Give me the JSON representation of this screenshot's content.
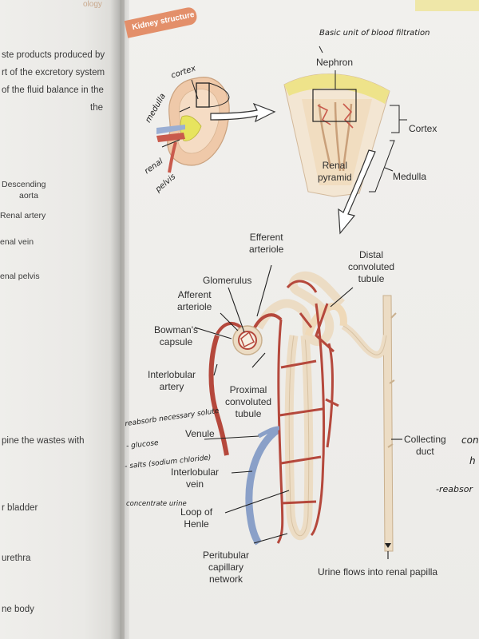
{
  "left_page": {
    "header_fragment": "ology",
    "lines": [
      "ste products produced by",
      "rt of the excretory system",
      "of the fluid balance in the",
      "the"
    ],
    "labels": {
      "descending_aorta": "Descending",
      "descending_aorta_2": "aorta",
      "renal_artery": "Renal artery",
      "renal_vein": "enal vein",
      "renal_pelvis": "enal pelvis"
    },
    "bottom_lines": [
      "pine the wastes with",
      "r bladder",
      "urethra",
      "ne body"
    ]
  },
  "section_title": "Kidney structure",
  "kidney_labels": {
    "cortex": "cortex",
    "medulla": "medulla",
    "renal": "renal",
    "pelvis": "pelvis"
  },
  "nephron_note": "Basic unit of blood filtration",
  "labels": {
    "nephron": "Nephron",
    "cortex": "Cortex",
    "medulla": "Medulla",
    "renal_pyramid_1": "Renal",
    "renal_pyramid_2": "pyramid",
    "efferent_1": "Efferent",
    "efferent_2": "arteriole",
    "distal_1": "Distal",
    "distal_2": "convoluted",
    "distal_3": "tubule",
    "glomerulus": "Glomerulus",
    "afferent_1": "Afferent",
    "afferent_2": "arteriole",
    "bowman_1": "Bowman's",
    "bowman_2": "capsule",
    "interlobular_artery_1": "Interlobular",
    "interlobular_artery_2": "artery",
    "proximal_1": "Proximal",
    "proximal_2": "convoluted",
    "proximal_3": "tubule",
    "venule": "Venule",
    "interlobular_vein_1": "Interlobular",
    "interlobular_vein_2": "vein",
    "loop_1": "Loop of",
    "loop_2": "Henle",
    "peritubular_1": "Peritubular",
    "peritubular_2": "capillary",
    "peritubular_3": "network",
    "collecting_1": "Collecting",
    "collecting_2": "duct",
    "urine_flow": "Urine flows into renal papilla"
  },
  "handwritten": {
    "reabsorb": "reabsorb necessary solute",
    "glucose": "- glucose",
    "salts": "- salts (sodium chloride)",
    "concentrate": "concentrate urine",
    "right_1": "con",
    "right_2": "h",
    "right_3": "-reabsor"
  },
  "colors": {
    "ribbon": "#e38f6a",
    "artery": "#b5483c",
    "vein": "#8aa0c8",
    "tubule": "#ecdcc4",
    "tubule_edge": "#c9b08e",
    "kidney": "#efc9a9",
    "pelvis": "#e7e45e",
    "pyramid_band": "#eee38a"
  }
}
